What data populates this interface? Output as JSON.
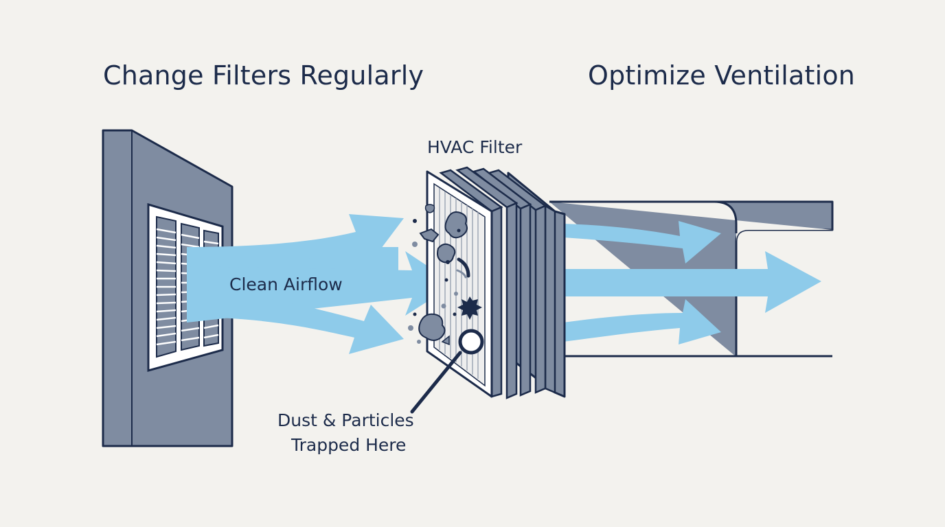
{
  "headings": {
    "left": "Change Filters Regularly",
    "right": "Optimize Ventilation"
  },
  "labels": {
    "filter": "HVAC Filter",
    "airflow": "Clean Airflow",
    "trapped_line1": "Dust & Particles",
    "trapped_line2": "Trapped Here"
  },
  "colors": {
    "background": "#f3f2ee",
    "navy": "#1c2b4a",
    "slate": "#7f8ca1",
    "air": "#8ecbea"
  }
}
